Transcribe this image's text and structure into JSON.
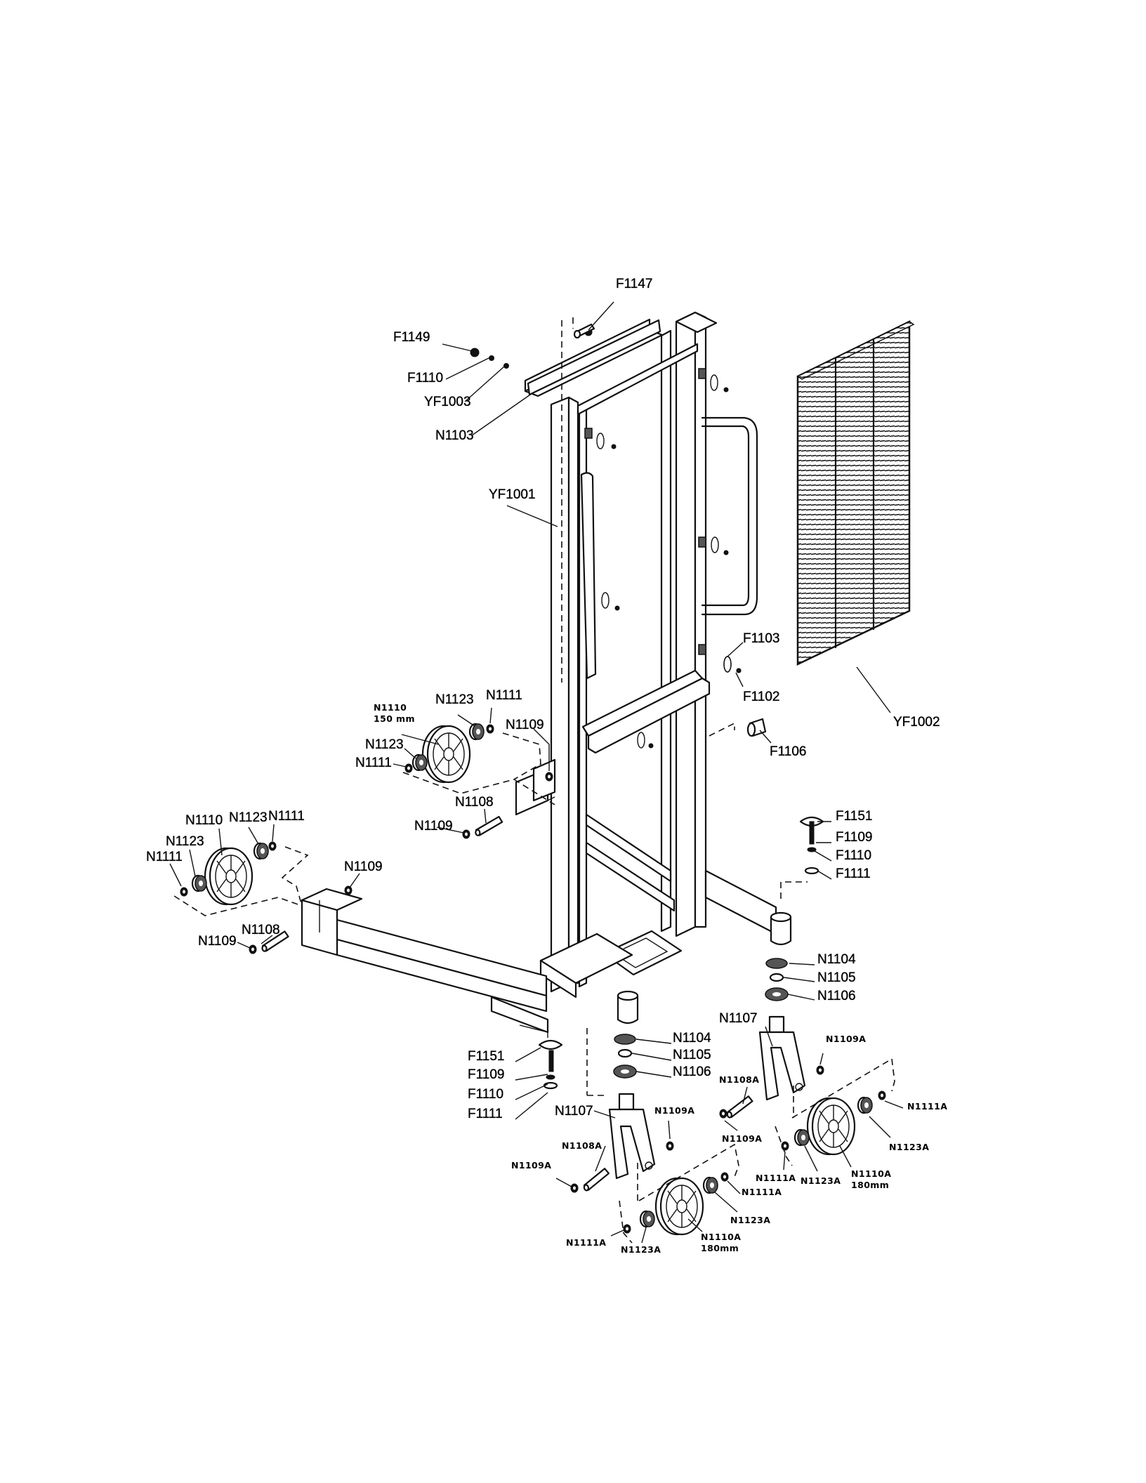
{
  "diagram": {
    "labels": {
      "f1147": "F1147",
      "f1149": "F1149",
      "f1110_top": "F1110",
      "yf1003": "YF1003",
      "n1103": "N1103",
      "yf1001": "YF1001",
      "yf1002": "YF1002",
      "f1103": "F1103",
      "f1102": "F1102",
      "f1106": "F1106",
      "front_upper": {
        "n1110": "N1110",
        "n1110_size": "150 mm",
        "n1123_a": "N1123",
        "n1111_a": "N1111",
        "n1109_a": "N1109",
        "n1123_b": "N1123",
        "n1111_b": "N1111",
        "n1108": "N1108",
        "n1109_b": "N1109"
      },
      "front_lower": {
        "n1110": "N1110",
        "n1123_a": "N1123",
        "n1111_a": "N1111",
        "n1123_b": "N1123",
        "n1111_b": "N1111",
        "n1109_a": "N1109",
        "n1108": "N1108",
        "n1109_b": "N1109"
      },
      "rear_right": {
        "f1151": "F1151",
        "f1109": "F1109",
        "f1110": "F1110",
        "f1111": "F1111",
        "n1104": "N1104",
        "n1105": "N1105",
        "n1106": "N1106",
        "n1107": "N1107",
        "n1109a_a": "N1109A",
        "n1108a": "N1108A",
        "n1109a_b": "N1109A",
        "n1111a_a": "N1111A",
        "n1123a_a": "N1123A",
        "n1111a_b": "N1111A",
        "n1123a_b": "N1123A",
        "n1110a": "N1110A",
        "n1110a_size": "180mm"
      },
      "rear_left": {
        "f1151": "F1151",
        "f1109": "F1109",
        "f1110": "F1110",
        "f1111": "F1111",
        "n1104": "N1104",
        "n1105": "N1105",
        "n1106": "N1106",
        "n1107": "N1107",
        "n1109a_a": "N1109A",
        "n1108a": "N1108A",
        "n1109a_b": "N1109A",
        "n1111a_a": "N1111A",
        "n1123a_a": "N1123A",
        "n1111a_b": "N1111A",
        "n1123a_b": "N1123A",
        "n1110a": "N1110A",
        "n1110a_size": "180mm"
      }
    }
  }
}
